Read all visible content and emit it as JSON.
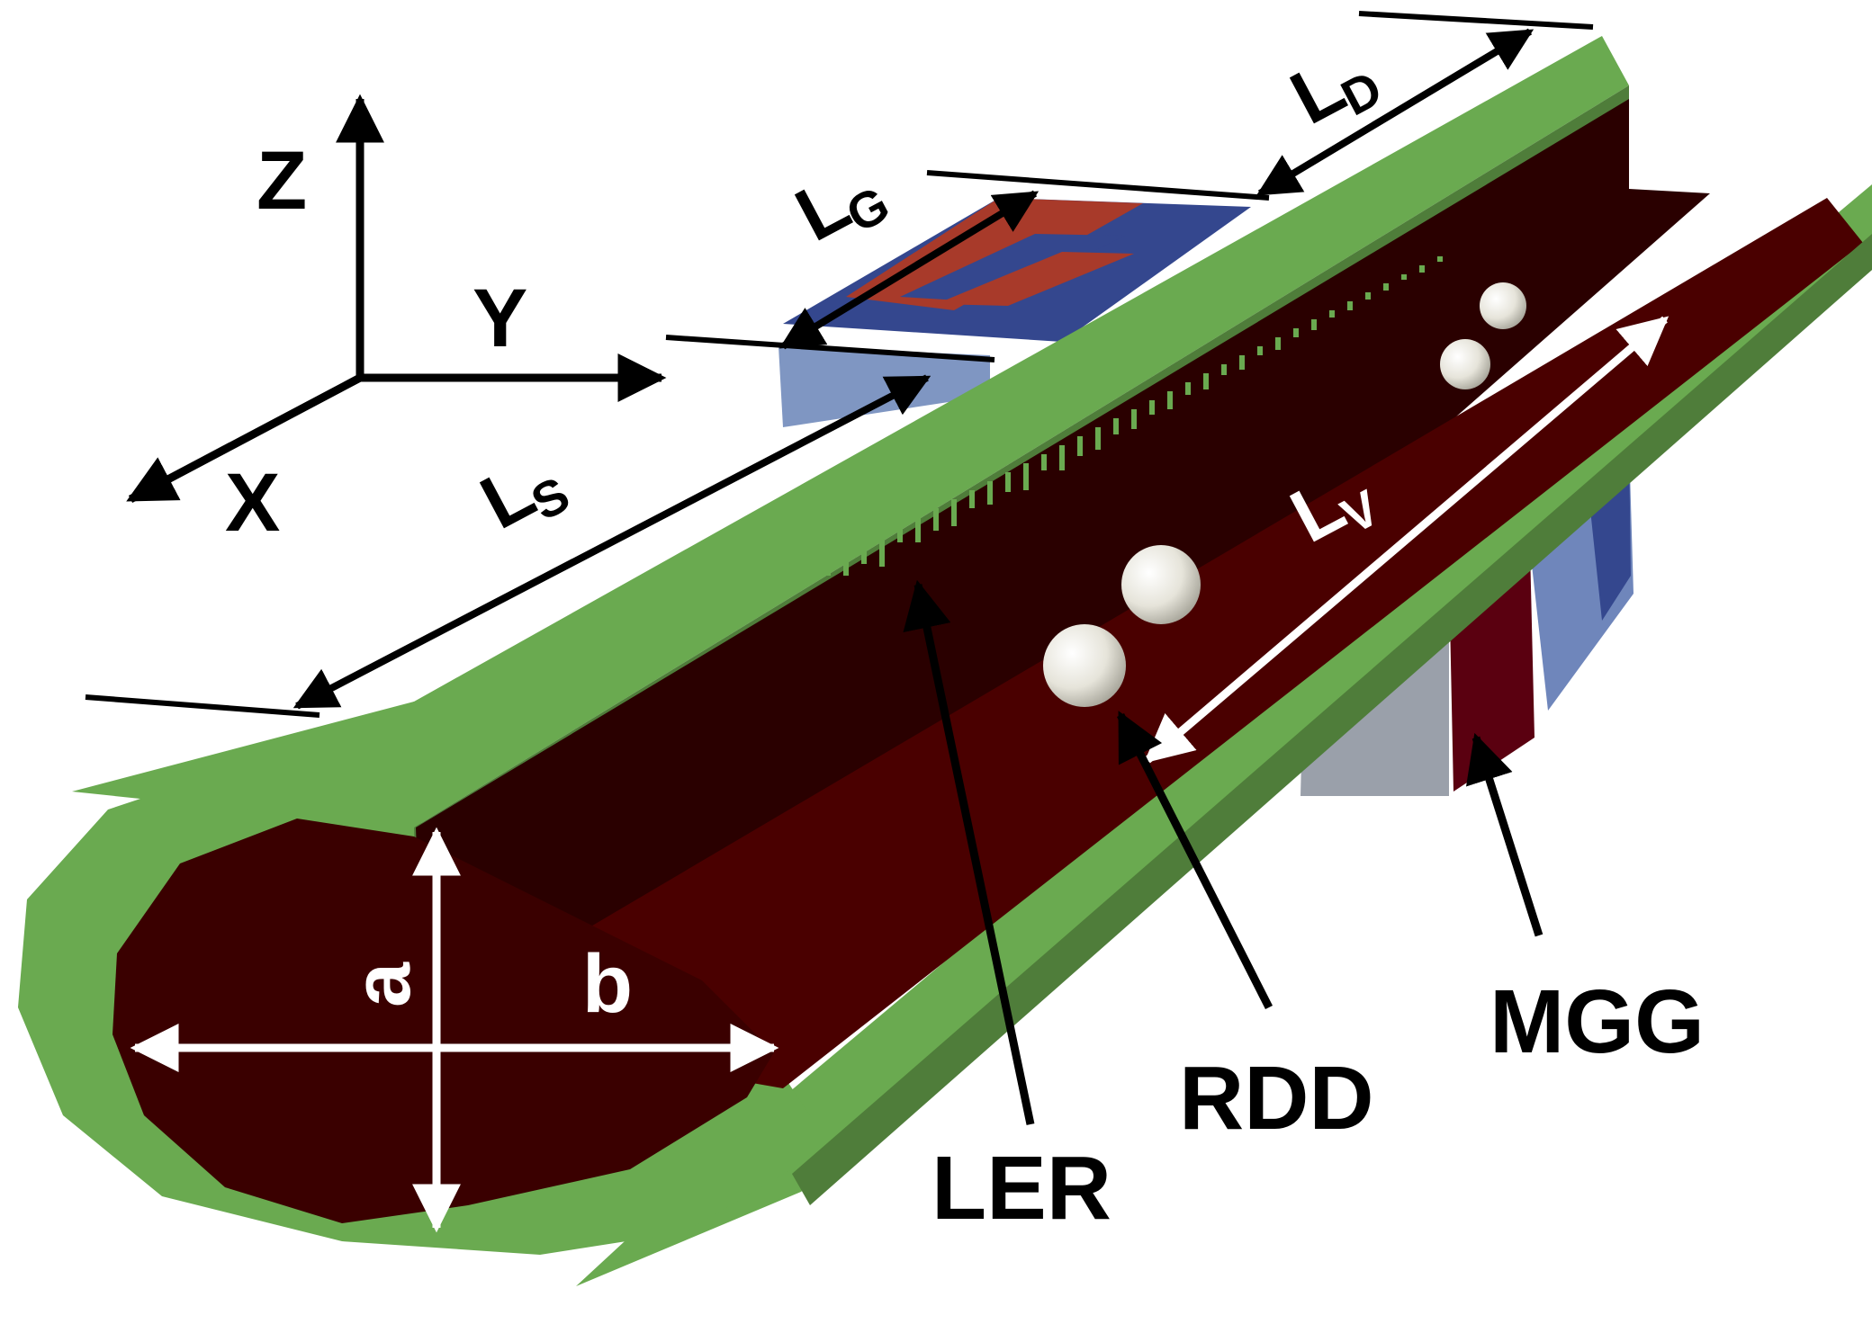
{
  "axes": {
    "z_label": "Z",
    "y_label": "Y",
    "x_label": "X"
  },
  "dimensions": {
    "source_length": {
      "main": "L",
      "sub": "S"
    },
    "gate_length": {
      "main": "L",
      "sub": "G"
    },
    "drain_length": {
      "main": "L",
      "sub": "D"
    },
    "variability_length": {
      "main": "L",
      "sub": "V"
    },
    "height": "a",
    "width": "b"
  },
  "callouts": {
    "ler": "LER",
    "rdd": "RDD",
    "mgg": "MGG"
  },
  "colors": {
    "oxide_green": "#6aaa50",
    "oxide_green_dark": "#4f7d3a",
    "channel_dark_red": "#3a0000",
    "channel_red": "#5a0000",
    "gate_red": "#a83a2a",
    "gate_blue": "#34478e",
    "gate_light_blue": "#7f96c2",
    "gate_gray": "#9aa0aa",
    "dopant_white": "#eeece4"
  },
  "icons": {
    "dopant": "sphere-icon",
    "arrow": "arrow-icon"
  }
}
